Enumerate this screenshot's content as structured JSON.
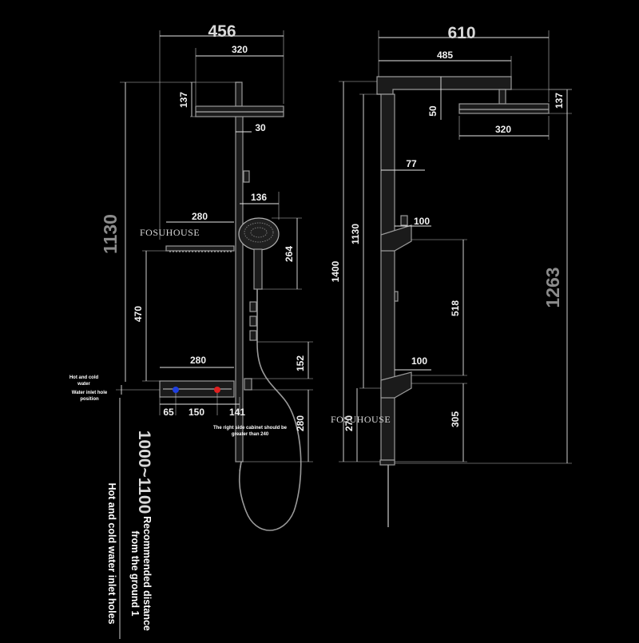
{
  "brand": {
    "watermark_left": "FOSUHOUSE",
    "watermark_right": "FOSUHOUSE"
  },
  "front_view": {
    "overall_width": "456",
    "head_width": "320",
    "head_height": "137",
    "arm_offset": "30",
    "hand_shower_width": "136",
    "shelf_width_top": "280",
    "hand_shower_height": "264",
    "overall_height": "1130",
    "shelf_spacing": "470",
    "shelf_width_bottom": "280",
    "valve_to_holder": "152",
    "inlet_left": "65",
    "inlet_center": "150",
    "inlet_right": "141",
    "holder_to_bottom": "280",
    "mount_height": "1000~1100"
  },
  "side_view": {
    "overall_depth": "610",
    "arm_length": "485",
    "head_height": "137",
    "arm_drop": "50",
    "head_width": "320",
    "column_depth": "77",
    "upper_shelf_depth": "100",
    "column_height": "1130",
    "total_height": "1400",
    "handle_height": "518",
    "lower_shelf_depth": "100",
    "lower_height": "305",
    "base_height": "270",
    "overall_total": "1263"
  },
  "notes": {
    "inlet_line1": "Hot and cold",
    "inlet_line2": "water",
    "inlet_line3": "Water inlet hole",
    "inlet_line4": "position",
    "cabinet_line1": "The right side cabinet should be",
    "cabinet_line2": "greater than 240",
    "rec_line1": "Recommended distance",
    "rec_line2": "from the ground 1",
    "holes_caption": "Hot and cold water inlet holes"
  },
  "colors": {
    "hot_valve": "#e02020",
    "cold_valve": "#2040e0"
  }
}
